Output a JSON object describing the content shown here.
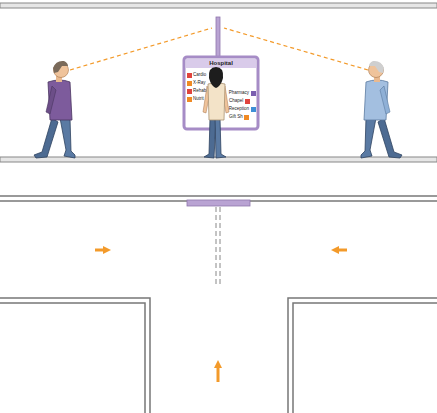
{
  "diagram": {
    "nodes": [
      {
        "text": [
          "Hospital",
          "Cardio",
          "X-Ray",
          "Rehab",
          "Nutrit",
          "Pharmacy",
          "Chapel",
          "Reception",
          "Gift Sh"
        ]
      }
    ]
  }
}
